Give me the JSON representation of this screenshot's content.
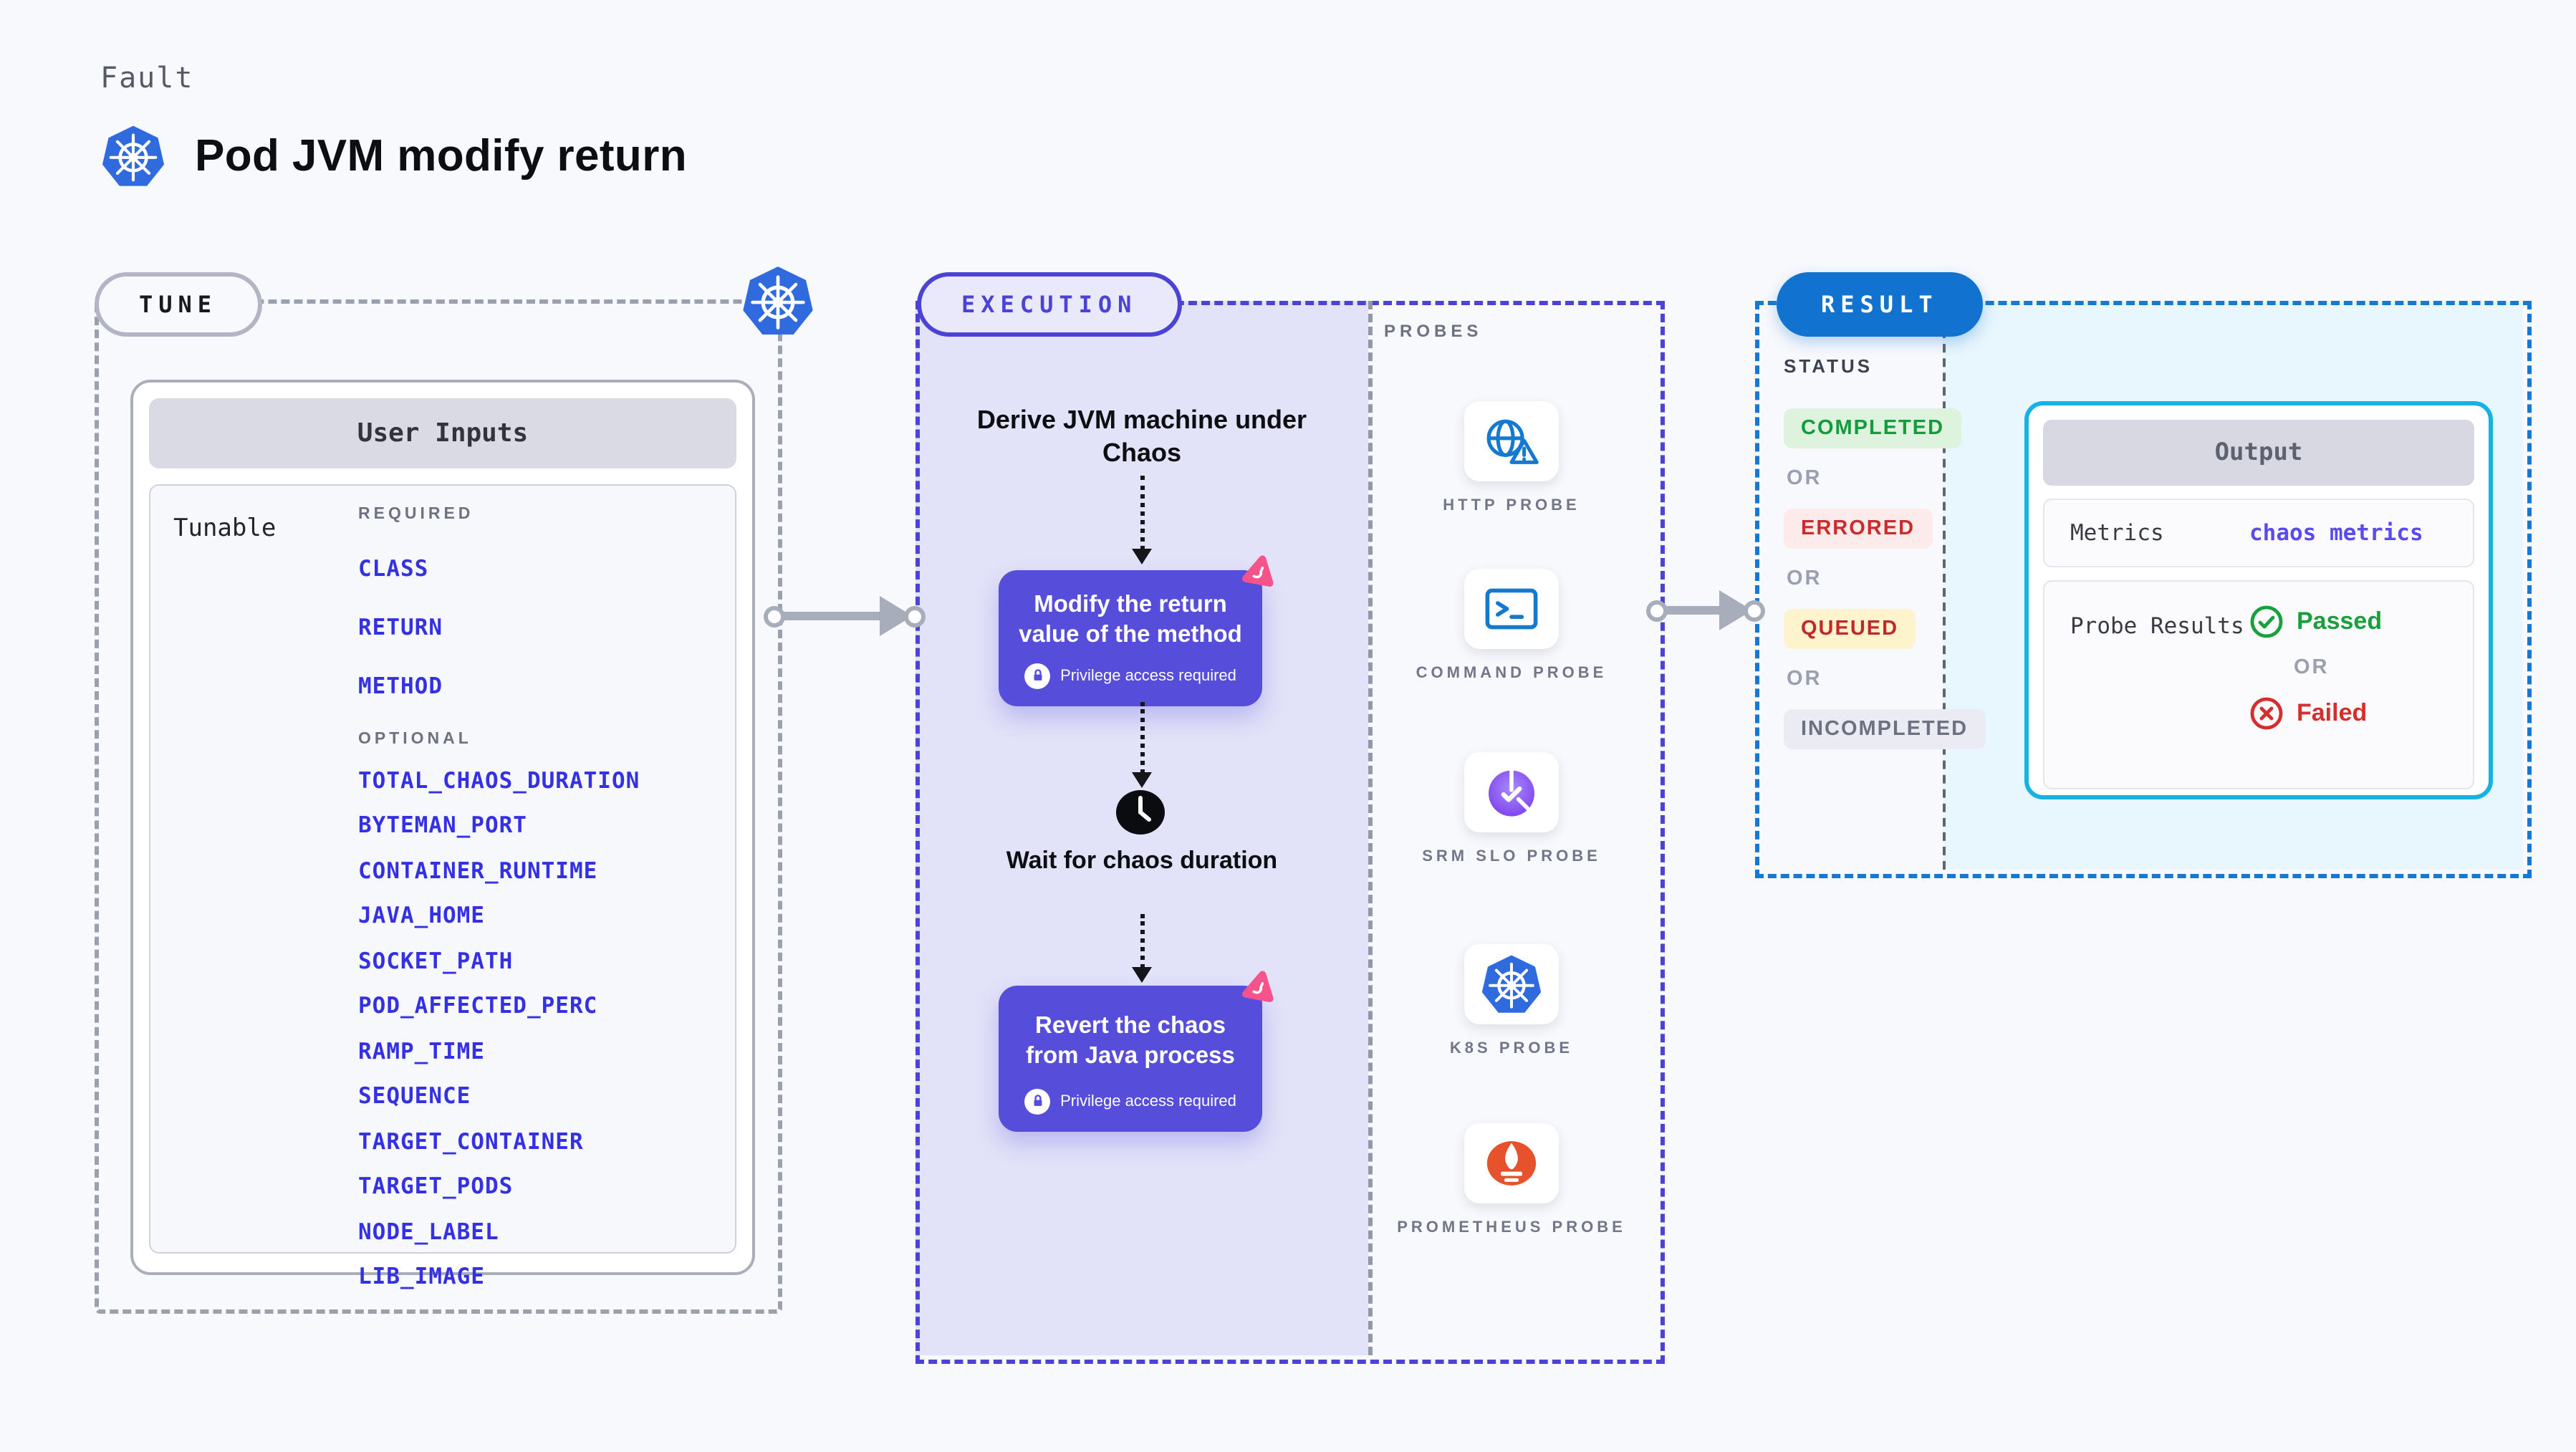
{
  "header": {
    "kicker": "Fault",
    "title": "Pod JVM modify return"
  },
  "tune": {
    "pill": "TUNE",
    "card_title": "User Inputs",
    "row_label": "Tunable",
    "required_label": "REQUIRED",
    "optional_label": "OPTIONAL",
    "required": [
      "CLASS",
      "RETURN",
      "METHOD"
    ],
    "optional": [
      "TOTAL_CHAOS_DURATION",
      "BYTEMAN_PORT",
      "CONTAINER_RUNTIME",
      "JAVA_HOME",
      "SOCKET_PATH",
      "POD_AFFECTED_PERC",
      "RAMP_TIME",
      "SEQUENCE",
      "TARGET_CONTAINER",
      "TARGET_PODS",
      "NODE_LABEL",
      "LIB_IMAGE"
    ]
  },
  "execution": {
    "pill": "EXECUTION",
    "derive_label": "Derive JVM machine under Chaos",
    "action1": "Modify the return value of the method",
    "privilege_note": "Privilege access required",
    "wait_label": "Wait for chaos duration",
    "action2": "Revert the chaos from Java process"
  },
  "probes": {
    "label": "PROBES",
    "items": [
      "HTTP PROBE",
      "COMMAND PROBE",
      "SRM SLO PROBE",
      "K8S PROBE",
      "PROMETHEUS PROBE"
    ]
  },
  "result": {
    "pill": "RESULT",
    "status_label": "STATUS",
    "or_label": "OR",
    "statuses": [
      "COMPLETED",
      "ERRORED",
      "QUEUED",
      "INCOMPLETED"
    ],
    "output": {
      "title": "Output",
      "metrics_label": "Metrics",
      "metrics_value": "chaos metrics",
      "probe_results_label": "Probe Results",
      "passed": "Passed",
      "failed": "Failed"
    }
  },
  "colors": {
    "accent_indigo": "#564ddb",
    "accent_pink": "#f6538b",
    "kubernetes_blue": "#2f6bdf",
    "probe_blue": "#1579d0",
    "srm_purple": "#7c3aed",
    "prometheus_orange": "#e6522c",
    "result_blue": "#1272cf",
    "output_border_cyan": "#16b2e3",
    "passed_green": "#18a03c",
    "failed_red": "#d32f2f",
    "lavender_bg": "#e2e2f8",
    "result_bg": "#e8f6fd"
  }
}
